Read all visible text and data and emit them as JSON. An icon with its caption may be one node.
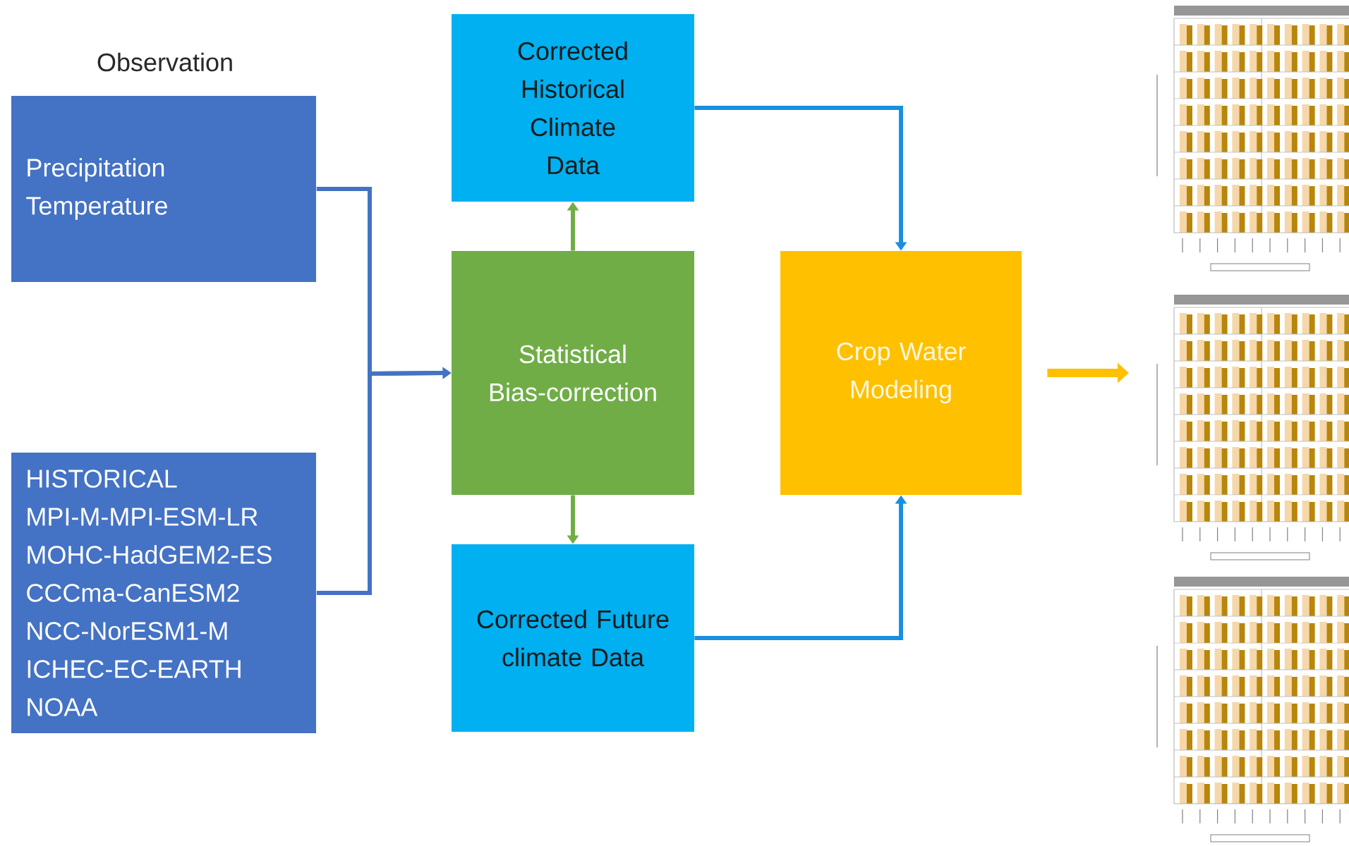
{
  "diagram": {
    "nodes": [
      {
        "text": [
          "Observation",
          "Precipitation",
          "Temperature"
        ]
      },
      {
        "text": [
          "HISTORICAL",
          "MPI-M-MPI-ESM-LR",
          "MOHC-HadGEM2-ES",
          "CCCma-CanESM2",
          "NCC-NorESM1-M",
          "ICHEC-EC-EARTH",
          "NOAA"
        ]
      },
      {
        "text": [
          "Corrected Historical Climate Data"
        ]
      },
      {
        "text": [
          "Statistical Bias-correction"
        ]
      },
      {
        "text": [
          "Corrected Future climate Data"
        ]
      },
      {
        "text": [
          "Crop Water Modeling"
        ]
      },
      {
        "text": [],
        "shape": "picture"
      },
      {
        "text": [],
        "shape": "picture"
      },
      {
        "text": [],
        "shape": "picture"
      }
    ],
    "edges": [
      {
        "from": 0,
        "to": 3,
        "arrow": "to",
        "color": "#4472c4"
      },
      {
        "from": 1,
        "to": 3,
        "arrow": "to",
        "color": "#4472c4"
      },
      {
        "from": 3,
        "to": 2,
        "arrow": "to",
        "color": "#70ad47"
      },
      {
        "from": 3,
        "to": 4,
        "arrow": "to",
        "color": "#70ad47"
      },
      {
        "from": 2,
        "to": 5,
        "arrow": "to",
        "color": "#1a8fe0"
      },
      {
        "from": 4,
        "to": 5,
        "arrow": "to",
        "color": "#1a8fe0"
      },
      {
        "from": 5,
        "to": 7,
        "arrow": "to",
        "style": "thick",
        "color": "#ffc000"
      }
    ]
  }
}
